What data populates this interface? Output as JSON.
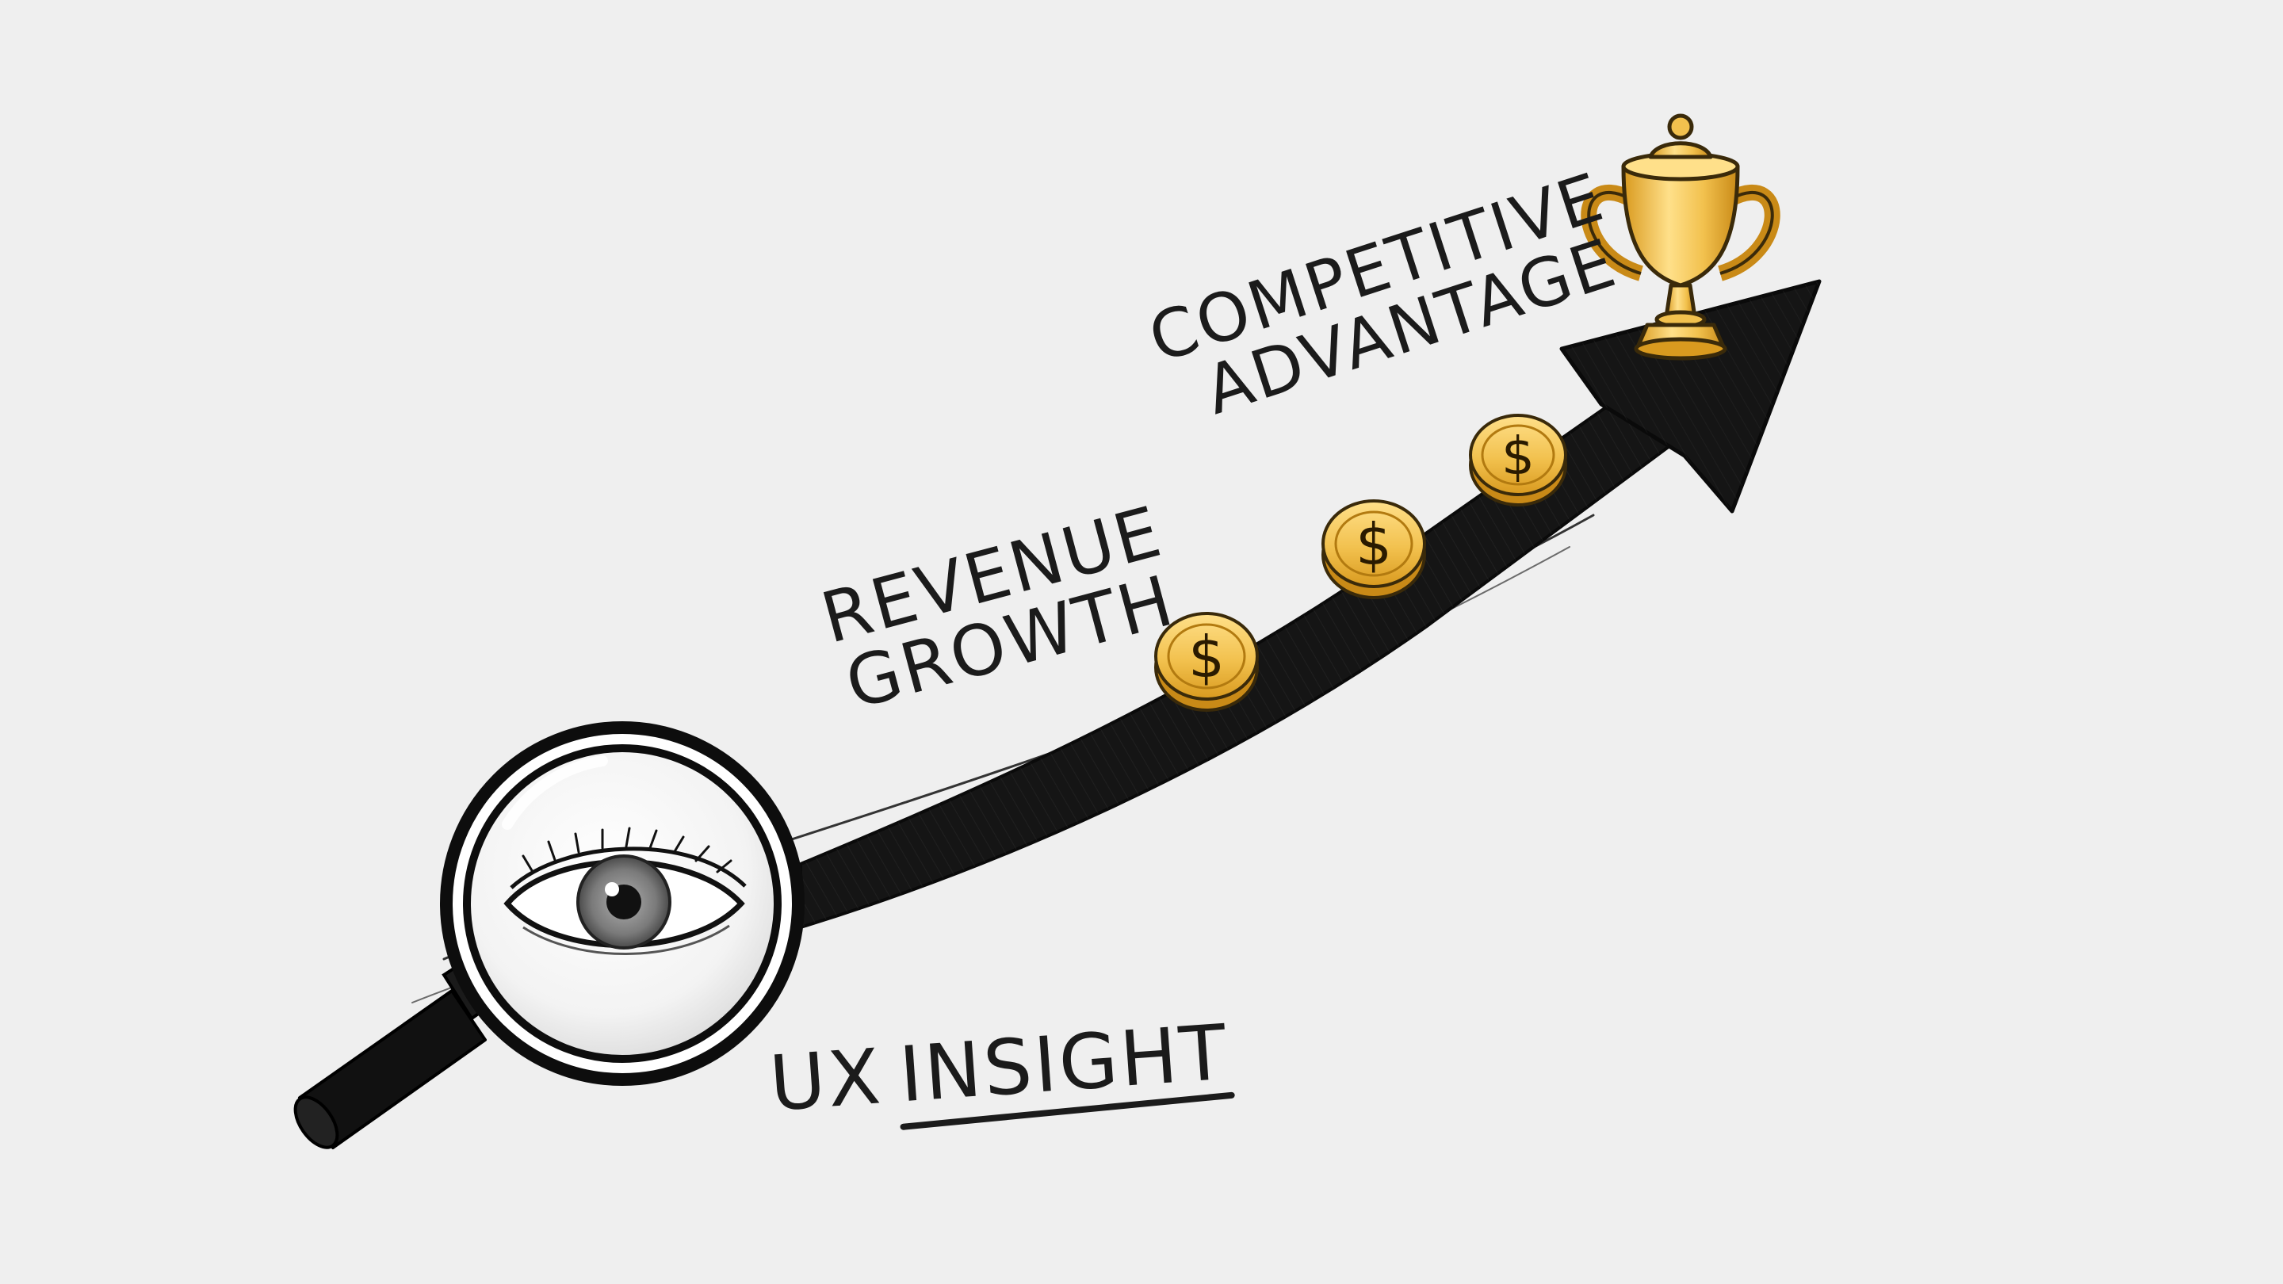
{
  "labels": {
    "ux": "UX",
    "insight": "INSIGHT",
    "revenue_line1": "REVENUE",
    "revenue_line2": "GROWTH",
    "competitive_line1": "COMPETITIVE",
    "competitive_line2": "ADVANTAGE"
  },
  "coins": [
    {
      "symbol": "$"
    },
    {
      "symbol": "$"
    },
    {
      "symbol": "$"
    }
  ],
  "colors": {
    "paper": "#efefef",
    "ink": "#1b1b1b",
    "gold": "#f2c14e",
    "gold_dark": "#c98a17",
    "gold_light": "#ffe08a",
    "iris": "#8a8a8a"
  }
}
